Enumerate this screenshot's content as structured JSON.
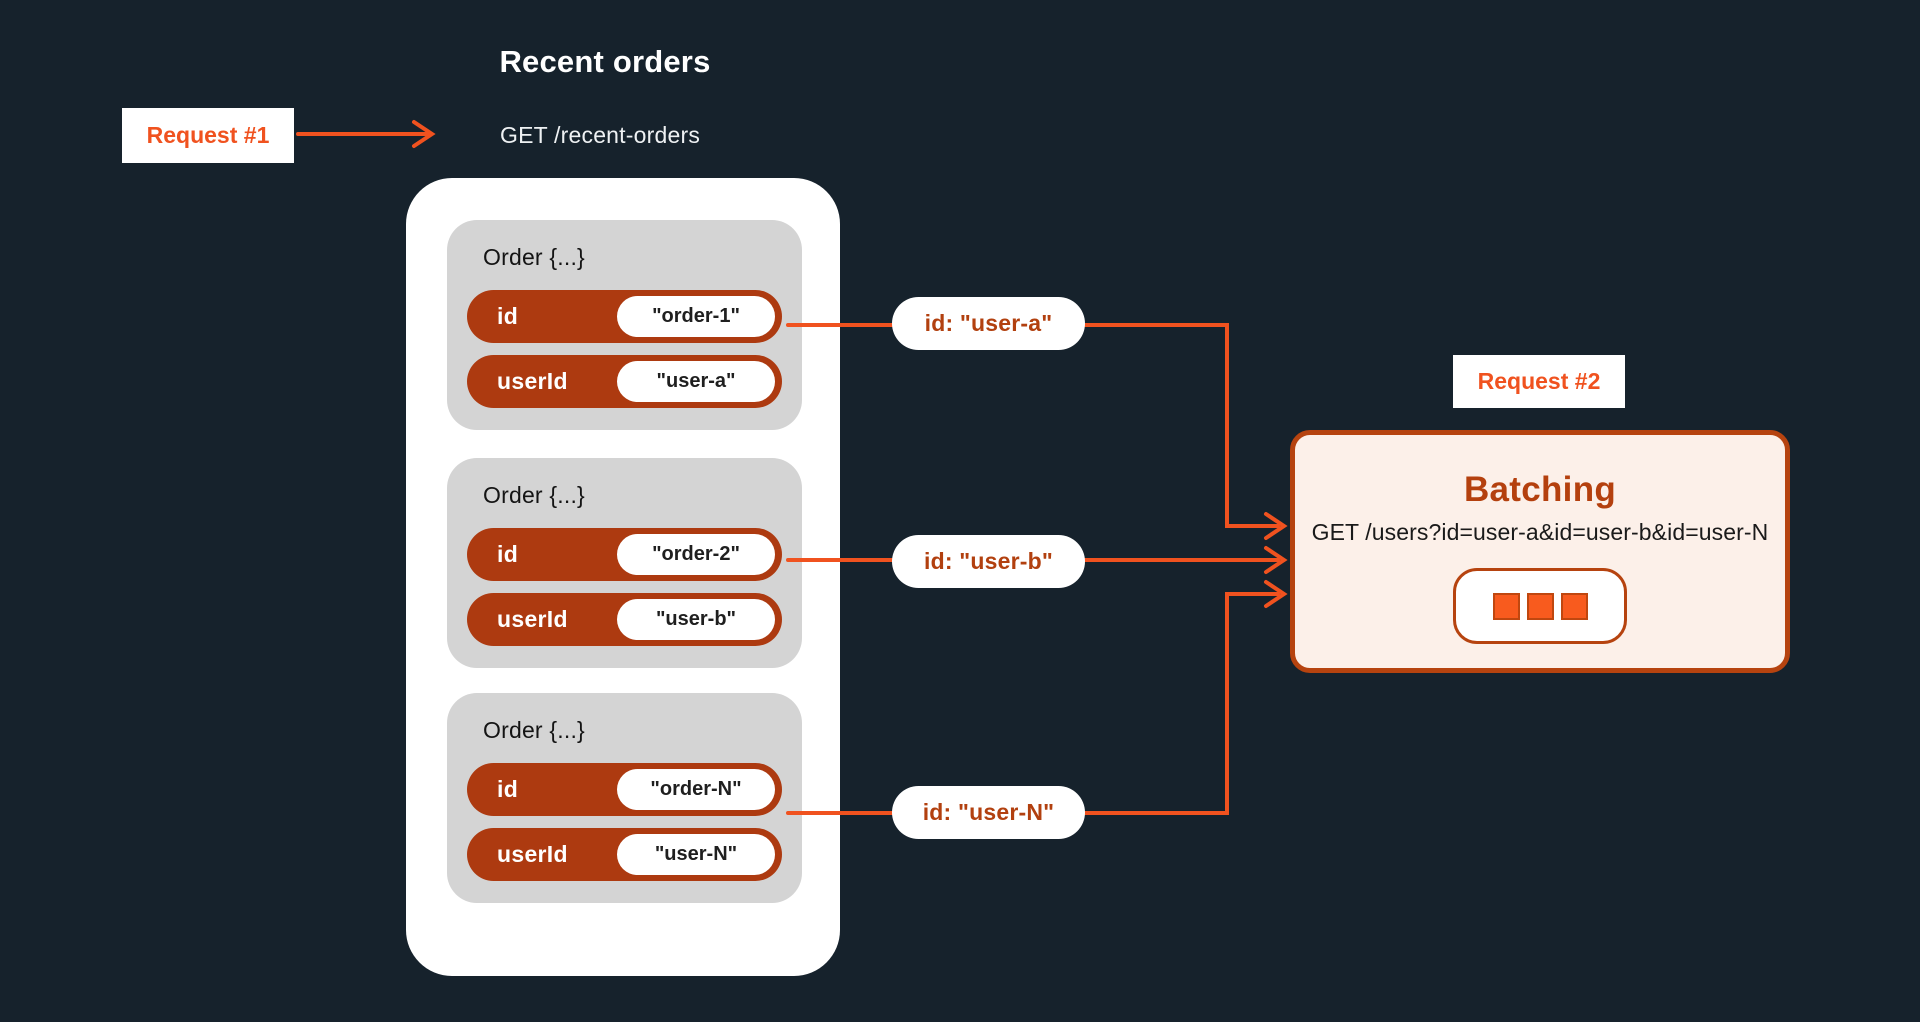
{
  "colors": {
    "background": "#16222c",
    "accent_orange": "#f0521f",
    "rust_fill": "#ad3a10",
    "rust_text": "#b4400e",
    "card_gray": "#d4d4d4",
    "batching_bg": "#fcf0e9",
    "square_orange": "#f85b1e",
    "white": "#ffffff"
  },
  "flow": {
    "title": "Recent orders",
    "request1_label": "Request #1",
    "request1_endpoint": "GET /recent-orders",
    "request2_label": "Request #2",
    "batching_title": "Batching",
    "batching_endpoint": "GET /users?id=user-a&id=user-b&id=user-N",
    "batch_item_count": 3
  },
  "orders": [
    {
      "header": "Order {...}",
      "fields": [
        {
          "key": "id",
          "value": "\"order-1\""
        },
        {
          "key": "userId",
          "value": "\"user-a\""
        }
      ]
    },
    {
      "header": "Order {...}",
      "fields": [
        {
          "key": "id",
          "value": "\"order-2\""
        },
        {
          "key": "userId",
          "value": "\"user-b\""
        }
      ]
    },
    {
      "header": "Order {...}",
      "fields": [
        {
          "key": "id",
          "value": "\"order-N\""
        },
        {
          "key": "userId",
          "value": "\"user-N\""
        }
      ]
    }
  ],
  "extracted_ids": [
    {
      "label": "id: \"user-a\""
    },
    {
      "label": "id: \"user-b\""
    },
    {
      "label": "id: \"user-N\""
    }
  ]
}
